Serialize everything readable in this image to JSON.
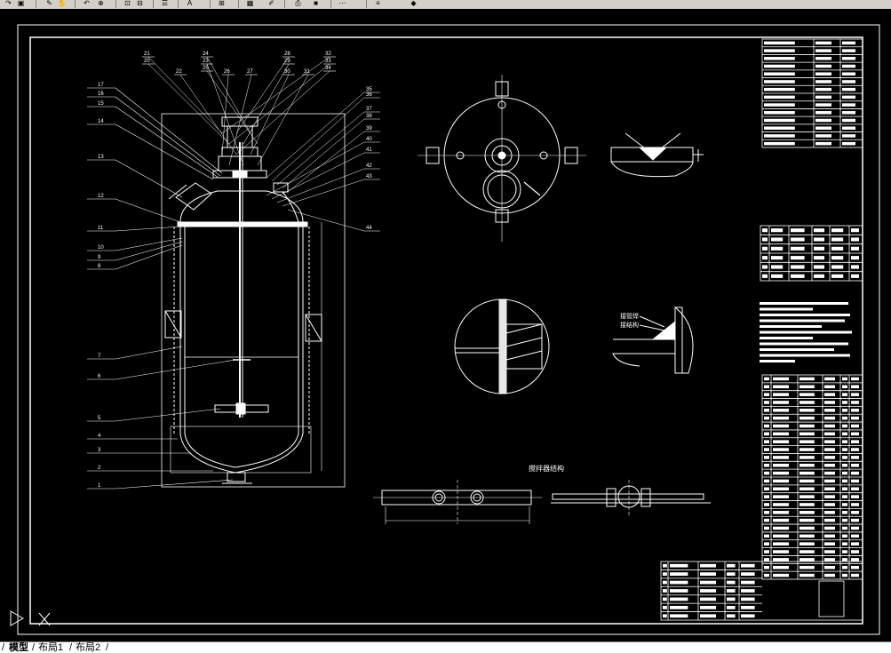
{
  "toolbar": {
    "icons": [
      "redo-icon",
      "properties-icon",
      "match-icon",
      "pan-icon",
      "undo-icon",
      "zoom-realtime-icon",
      "zoom-window-icon",
      "zoom-previous-icon",
      "layer-icon",
      "text-style-icon",
      "dimension-style-icon",
      "table-icon",
      "multileader-icon",
      "plot-icon",
      "color-icon",
      "linetype-icon",
      "lineweight-icon",
      "style-icon"
    ]
  },
  "tabs": {
    "items": [
      {
        "label": "模型"
      },
      {
        "label": "布局1"
      },
      {
        "label": "布局2"
      }
    ],
    "separator": "/"
  },
  "drawing": {
    "section_title": "搅拌器结构",
    "weld_note_1": "接管焊",
    "weld_note_2": "接结构",
    "left_leaders": [
      "17",
      "16",
      "15",
      "14",
      "13",
      "12",
      "11",
      "10",
      "9",
      "8",
      "7",
      "6",
      "5",
      "4",
      "3",
      "2",
      "1"
    ],
    "top_leaders": [
      "21",
      "20",
      "22",
      "23",
      "24",
      "25",
      "26",
      "27",
      "28",
      "29",
      "30",
      "31",
      "32",
      "33",
      "34"
    ],
    "right_leaders": [
      "35",
      "36",
      "37",
      "38",
      "39",
      "40",
      "41",
      "42",
      "43",
      "44"
    ]
  }
}
